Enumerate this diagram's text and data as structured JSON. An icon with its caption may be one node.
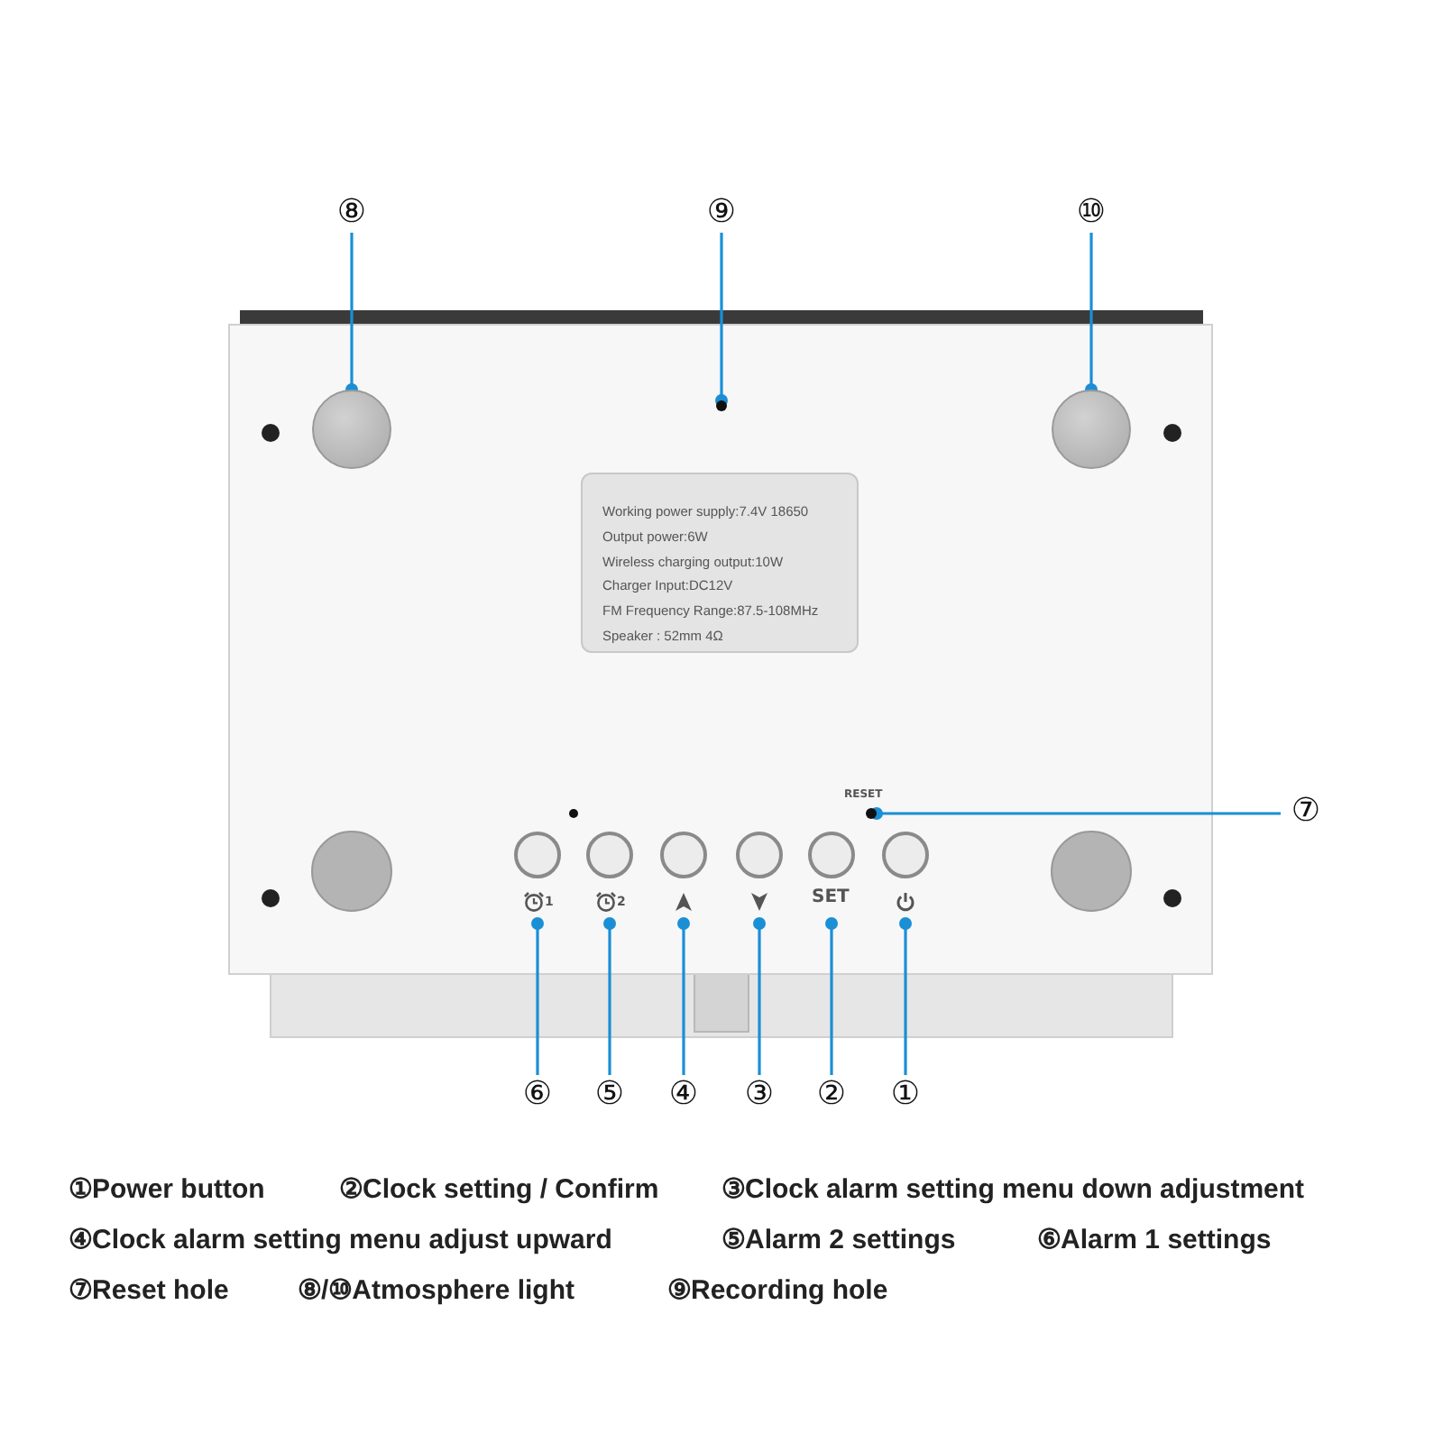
{
  "diagram": {
    "nodes": [
      {
        "text": [
          "⑧"
        ]
      },
      {
        "text": [
          "⑨"
        ]
      },
      {
        "text": [
          "⑩"
        ]
      },
      {
        "text": [],
        "shape": "circle"
      },
      {
        "text": [],
        "shape": "circle"
      },
      {
        "text": [],
        "shape": "circle"
      },
      {
        "text": [],
        "shape": "circle"
      },
      {
        "text": [
          "⑦"
        ]
      },
      {
        "text": [],
        "shape": "circle"
      },
      {
        "text": [],
        "shape": "circle"
      },
      {
        "text": [],
        "shape": "circle"
      },
      {
        "text": [],
        "shape": "circle"
      },
      {
        "text": [],
        "shape": "circle"
      },
      {
        "text": [],
        "shape": "circle"
      },
      {
        "text": [
          "⑥"
        ]
      },
      {
        "text": [
          "⑤"
        ]
      },
      {
        "text": [
          "④"
        ]
      },
      {
        "text": [
          "③"
        ]
      },
      {
        "text": [
          "②"
        ]
      },
      {
        "text": [
          "①"
        ]
      }
    ],
    "edges": [
      {
        "from": 0,
        "to": 3,
        "arrow": "other"
      },
      {
        "from": 1,
        "to": 4,
        "arrow": "other"
      },
      {
        "from": 2,
        "to": 5,
        "arrow": "other"
      },
      {
        "from": 7,
        "to": 6,
        "arrow": "other"
      },
      {
        "from": 14,
        "to": 8,
        "arrow": "other"
      },
      {
        "from": 15,
        "to": 9,
        "arrow": "other"
      },
      {
        "from": 16,
        "to": 10,
        "arrow": "other"
      },
      {
        "from": 17,
        "to": 11,
        "arrow": "other"
      },
      {
        "from": 18,
        "to": 12,
        "arrow": "other"
      },
      {
        "from": 19,
        "to": 13,
        "arrow": "other"
      }
    ],
    "labels": [
      "Working power supply:7.4V 18650",
      "Output power:6W",
      "Wireless charging output:10W",
      "Charger Input:DC12V",
      "FM Frequency Range:87.5-108MHz",
      "Speaker : 52mm 4Ω",
      "RESET",
      "1",
      "2",
      "SET",
      "①Power button",
      "②Clock setting / Confirm",
      "③Clock alarm setting menu down adjustment",
      "④Clock alarm setting menu adjust upward",
      "⑤Alarm 2 settings",
      "⑥Alarm 1 settings",
      "⑦Reset hole",
      "⑧/⑩Atmosphere light",
      "⑨Recording hole"
    ]
  }
}
